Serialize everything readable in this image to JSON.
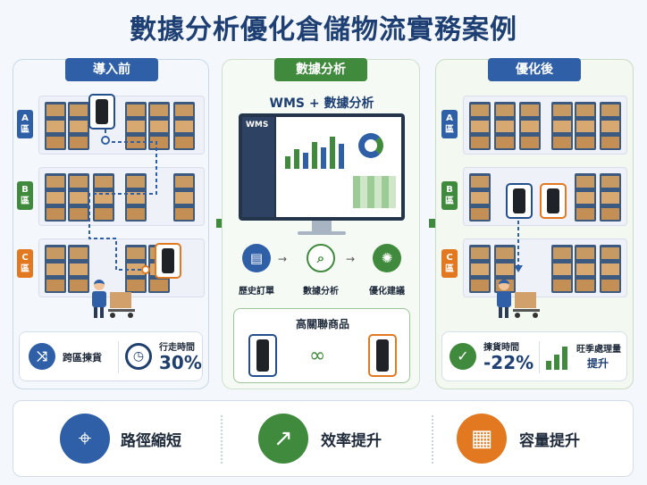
{
  "title": "數據分析優化倉儲物流實務案例",
  "before": {
    "tag": "導入前",
    "zones": [
      "A\n區",
      "B\n區",
      "C\n區"
    ],
    "stat_left": "跨區揀貨",
    "stat_right_label": "行走時間",
    "stat_right_value": "30%"
  },
  "analysis": {
    "tag": "數據分析",
    "heading": "WMS + 數據分析",
    "screen_label": "WMS",
    "steps": [
      "歷史訂單",
      "數據分析",
      "優化建議"
    ],
    "related_title": "高關聯商品"
  },
  "after": {
    "tag": "優化後",
    "zones": [
      "A\n區",
      "B\n區",
      "C\n區"
    ],
    "stat_left_label": "揀貨時間",
    "stat_left_value": "-22%",
    "stat_right_label": "旺季處理量",
    "stat_right_value": "提升"
  },
  "benefits": [
    {
      "label": "路徑縮短",
      "icon": "route-pin-icon",
      "color": "#2f5fa7"
    },
    {
      "label": "效率提升",
      "icon": "chart-growth-icon",
      "color": "#3f8a3c"
    },
    {
      "label": "容量提升",
      "icon": "boxes-icon",
      "color": "#e2781f"
    }
  ],
  "colors": {
    "blue": "#2f5fa7",
    "green": "#3f8a3c",
    "orange": "#e2781f"
  }
}
